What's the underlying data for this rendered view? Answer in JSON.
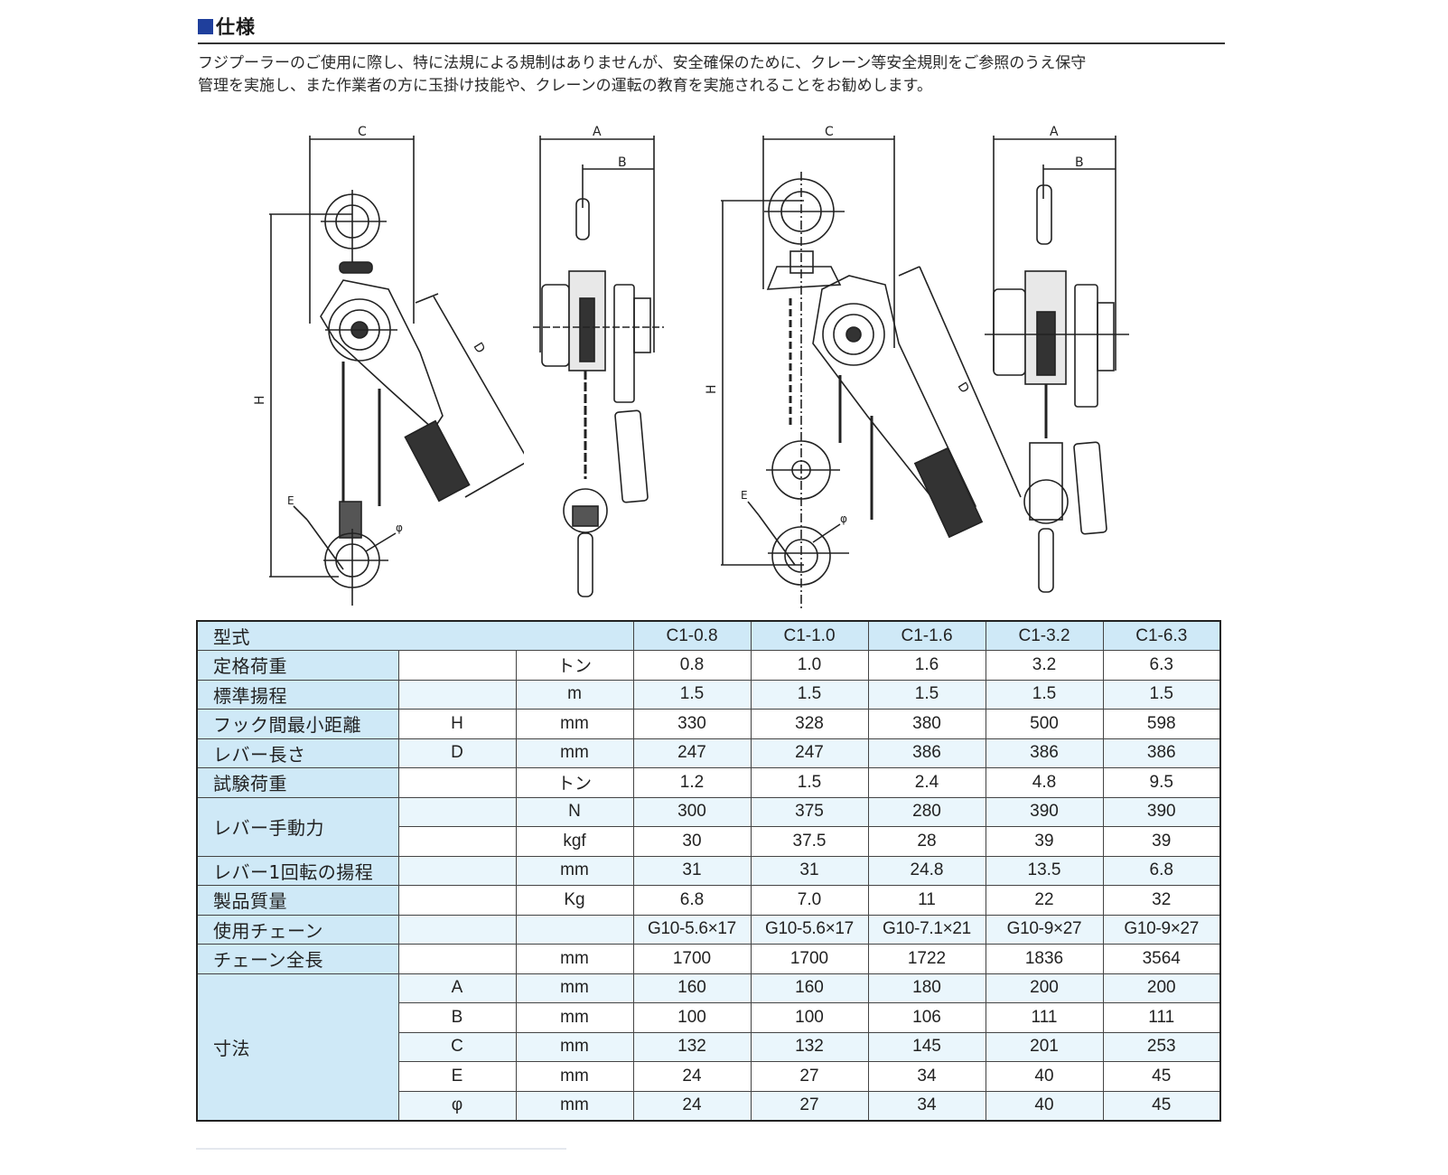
{
  "section": {
    "title": "仕様",
    "title_marker_color": "#1f3f9c"
  },
  "intro": {
    "line1": "フジプーラーのご使用に際し、特に法規による規制はありませんが、安全確保のために、クレーン等安全規則をご参照のうえ保守",
    "line2": "管理を実施し、また作業者の方に玉掛け技能や、クレーンの運転の教育を実施されることをお勧めします。"
  },
  "diagrams": {
    "labels": {
      "c": "C",
      "a": "A",
      "b": "B",
      "h": "H",
      "d": "D",
      "e": "E",
      "phi": "φ"
    },
    "items": [
      {
        "name": "side-view-small",
        "dims": [
          "C",
          "H",
          "D",
          "E",
          "φ"
        ]
      },
      {
        "name": "front-view-small",
        "dims": [
          "A",
          "B"
        ]
      },
      {
        "name": "side-view-large",
        "dims": [
          "C",
          "H",
          "D",
          "E",
          "φ"
        ]
      },
      {
        "name": "front-view-large",
        "dims": [
          "A",
          "B"
        ]
      }
    ]
  },
  "table": {
    "header_label": "型式",
    "models": [
      "C1-0.8",
      "C1-1.0",
      "C1-1.6",
      "C1-3.2",
      "C1-6.3"
    ],
    "rows": [
      {
        "label": "定格荷重",
        "sub": "",
        "unit": "トン",
        "values": [
          "0.8",
          "1.0",
          "1.6",
          "3.2",
          "6.3"
        ]
      },
      {
        "label": "標準揚程",
        "sub": "",
        "unit": "m",
        "values": [
          "1.5",
          "1.5",
          "1.5",
          "1.5",
          "1.5"
        ]
      },
      {
        "label": "フック間最小距離",
        "sub": "H",
        "unit": "mm",
        "values": [
          "330",
          "328",
          "380",
          "500",
          "598"
        ]
      },
      {
        "label": "レバー長さ",
        "sub": "D",
        "unit": "mm",
        "values": [
          "247",
          "247",
          "386",
          "386",
          "386"
        ]
      },
      {
        "label": "試験荷重",
        "sub": "",
        "unit": "トン",
        "values": [
          "1.2",
          "1.5",
          "2.4",
          "4.8",
          "9.5"
        ]
      },
      {
        "label": "レバー手動力",
        "sub": "",
        "unit": "N",
        "values": [
          "300",
          "375",
          "280",
          "390",
          "390"
        ]
      },
      {
        "label": "",
        "sub": "",
        "unit": "kgf",
        "values": [
          "30",
          "37.5",
          "28",
          "39",
          "39"
        ]
      },
      {
        "label": "レバー1回転の揚程",
        "sub": "",
        "unit": "mm",
        "values": [
          "31",
          "31",
          "24.8",
          "13.5",
          "6.8"
        ]
      },
      {
        "label": "製品質量",
        "sub": "",
        "unit": "Kg",
        "values": [
          "6.8",
          "7.0",
          "11",
          "22",
          "32"
        ]
      },
      {
        "label": "使用チェーン",
        "sub": "",
        "unit": "",
        "values": [
          "G10-5.6×17",
          "G10-5.6×17",
          "G10-7.1×21",
          "G10-9×27",
          "G10-9×27"
        ]
      },
      {
        "label": "チェーン全長",
        "sub": "",
        "unit": "mm",
        "values": [
          "1700",
          "1700",
          "1722",
          "1836",
          "3564"
        ]
      },
      {
        "label": "寸法",
        "sub": "A",
        "unit": "mm",
        "values": [
          "160",
          "160",
          "180",
          "200",
          "200"
        ]
      },
      {
        "label": "",
        "sub": "B",
        "unit": "mm",
        "values": [
          "100",
          "100",
          "106",
          "111",
          "111"
        ]
      },
      {
        "label": "",
        "sub": "C",
        "unit": "mm",
        "values": [
          "132",
          "132",
          "145",
          "201",
          "253"
        ]
      },
      {
        "label": "",
        "sub": "E",
        "unit": "mm",
        "values": [
          "24",
          "27",
          "34",
          "40",
          "45"
        ]
      },
      {
        "label": "",
        "sub": "φ",
        "unit": "mm",
        "values": [
          "24",
          "27",
          "34",
          "40",
          "45"
        ]
      }
    ]
  },
  "colors": {
    "header_bg": "#cfe9f7",
    "alt_row_bg": "#eaf6fc",
    "border": "#222222"
  }
}
